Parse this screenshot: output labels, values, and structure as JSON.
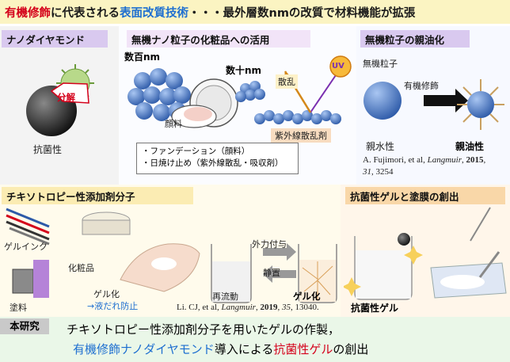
{
  "title": {
    "part1": "有機修飾",
    "part2": "に代表される",
    "part3": "表面改質技術",
    "part4": "・・・最外層数nmの改質で材料機能が拡張"
  },
  "panel_nd": {
    "header": "ナノダイヤモンド",
    "badge": "分解",
    "label": "抗菌性"
  },
  "panel_cosmetic": {
    "header": "無機ナノ粒子の化粧品への活用",
    "size_large": "数百nm",
    "size_small": "数十nm",
    "pigment": "顔料",
    "scatter": "散乱",
    "uv": "UV",
    "uv_agent": "紫外線散乱剤",
    "uses": [
      "・ファンデーション（顔料）",
      "・日焼け止め（紫外線散乱・吸収剤）"
    ]
  },
  "panel_lipo": {
    "header": "無機粒子の親油化",
    "inorganic": "無機粒子",
    "modification": "有機修飾",
    "hydrophilic": "親水性",
    "lipophilic": "親油性",
    "ref": {
      "authors": "A. Fujimori, et al, ",
      "journal": "Langmuir",
      "year": "2015",
      "volume": "31",
      "pages": ", 3254"
    }
  },
  "panel_thixo": {
    "header": "チキソトロピー性添加剤分子",
    "gel_ink": "ゲルインク",
    "cosmetic": "化粧品",
    "paint": "塗料",
    "gelation": "ゲル化",
    "drip": "→液だれ防止",
    "external_force": "外力付与",
    "standing": "静置",
    "reflow": "再流動",
    "gel": "ゲル化",
    "ref": {
      "authors": "Li. CJ, et al, ",
      "journal": "Langmuir",
      "year": "2019",
      "volume": "35",
      "pages": ", 13040."
    }
  },
  "panel_gel": {
    "header": "抗菌性ゲルと塗膜の創出",
    "label": "抗菌性ゲル"
  },
  "conclusion": {
    "tag": "本研究",
    "line1": "チキソトロピー性添加剤分子を用いたゲルの作製，",
    "line2_a": "有機修飾ナノダイヤモンド",
    "line2_b": "導入による",
    "line2_c": "抗菌性ゲル",
    "line2_d": "の創出"
  },
  "colors": {
    "title_bg": "#fbf4c2",
    "red": "#d4001a",
    "blue": "#1e6fd0",
    "header_purple": "#d9c9ef",
    "header_orange": "#f9d7a8",
    "header_green": "#c6ebc4",
    "header_yellow": "#fbecb3",
    "bottom_bg": "#eaf7e8"
  }
}
